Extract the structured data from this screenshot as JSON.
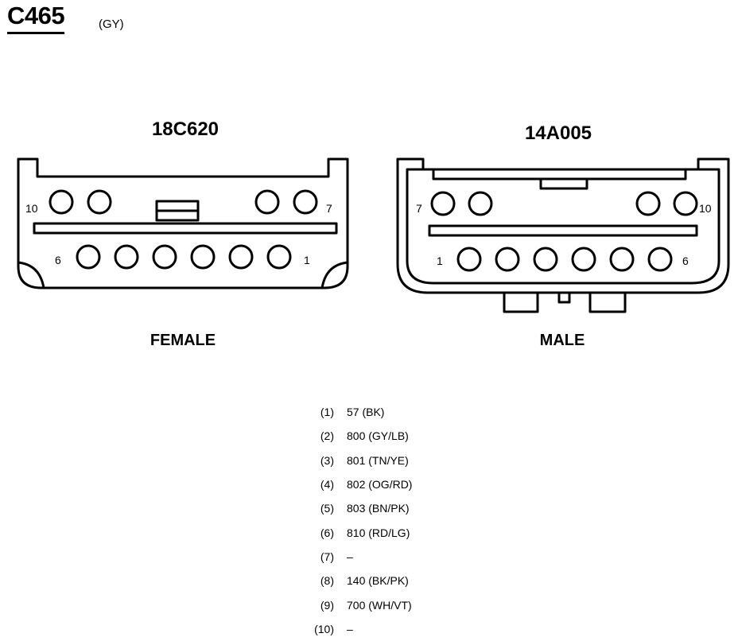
{
  "connector": {
    "id": "C465",
    "color": "(GY)"
  },
  "female": {
    "part_number": "18C620",
    "label": "FEMALE",
    "pin_labels": {
      "top_left": "10",
      "top_right": "7",
      "bottom_left": "6",
      "bottom_right": "1"
    }
  },
  "male": {
    "part_number": "14A005",
    "label": "MALE",
    "pin_labels": {
      "top_left": "7",
      "top_right": "10",
      "bottom_left": "1",
      "bottom_right": "6"
    }
  },
  "pinout": [
    {
      "pin": "(1)",
      "desc": "57 (BK)"
    },
    {
      "pin": "(2)",
      "desc": "800 (GY/LB)"
    },
    {
      "pin": "(3)",
      "desc": "801 (TN/YE)"
    },
    {
      "pin": "(4)",
      "desc": "802 (OG/RD)"
    },
    {
      "pin": "(5)",
      "desc": "803 (BN/PK)"
    },
    {
      "pin": "(6)",
      "desc": "810 (RD/LG)"
    },
    {
      "pin": "(7)",
      "desc": "–"
    },
    {
      "pin": "(8)",
      "desc": "140 (BK/PK)"
    },
    {
      "pin": "(9)",
      "desc": "700 (WH/VT)"
    },
    {
      "pin": "(10)",
      "desc": "–"
    }
  ]
}
